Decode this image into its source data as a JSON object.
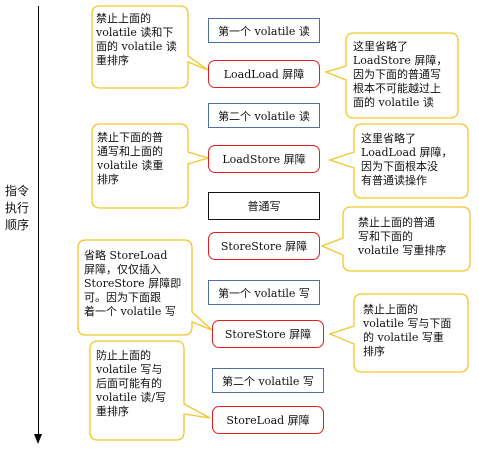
{
  "axis": {
    "label": "指令执行顺序"
  },
  "boxes": [
    {
      "key": "op-volatile-read-1",
      "type": "op",
      "text": "第一个 volatile 读"
    },
    {
      "key": "barrier-loadload",
      "type": "barrier",
      "text": "LoadLoad 屏障"
    },
    {
      "key": "op-volatile-read-2",
      "type": "op",
      "text": "第二个 volatile 读"
    },
    {
      "key": "barrier-loadstore",
      "type": "barrier",
      "text": "LoadStore 屏障"
    },
    {
      "key": "op-normal-write",
      "type": "plain",
      "text": "普通写"
    },
    {
      "key": "barrier-storestore-1",
      "type": "barrier",
      "text": "StoreStore 屏障"
    },
    {
      "key": "op-volatile-write-1",
      "type": "op",
      "text": "第一个 volatile 写"
    },
    {
      "key": "barrier-storestore-2",
      "type": "barrier",
      "text": "StoreStore 屏障"
    },
    {
      "key": "op-volatile-write-2",
      "type": "op",
      "text": "第二个 volatile 写"
    },
    {
      "key": "barrier-storeload",
      "type": "barrier",
      "text": "StoreLoad 屏障"
    }
  ],
  "callouts": [
    {
      "key": "note-forbid-volatile-read-reorder",
      "lines": [
        "禁止上面的",
        "volatile 读和下",
        "面的 volatile 读",
        "重排序"
      ]
    },
    {
      "key": "note-omit-loadstore",
      "lines": [
        "这里省略了",
        "LoadStore 屏障，",
        "因为下面的普通写",
        "根本不可能越过上",
        "面的 volatile 读"
      ]
    },
    {
      "key": "note-forbid-normal-write-reorder",
      "lines": [
        "禁止下面的普",
        "通写和上面的",
        "volatile 读重",
        "排序"
      ]
    },
    {
      "key": "note-omit-loadload",
      "lines": [
        "这里省略了",
        "LoadLoad 屏障，",
        "因为下面根本没",
        "有普通读操作"
      ]
    },
    {
      "key": "note-forbid-normal-volatile-write",
      "lines": [
        "禁止上面的普通",
        "写和下面的",
        "volatile 写重排序"
      ]
    },
    {
      "key": "note-omit-storeload",
      "lines": [
        "省略 StoreLoad",
        "屏障，仅仅插入",
        "StoreStore 屏障即",
        "可。因为下面跟",
        "着一个 volatile 写"
      ]
    },
    {
      "key": "note-forbid-volatile-write-reorder",
      "lines": [
        "禁止上面的",
        "volatile 写与下面",
        "的 volatile 写重",
        "排序"
      ]
    },
    {
      "key": "note-prevent-write-read-reorder",
      "lines": [
        "防止上面的",
        "volatile 写与",
        "后面可能有的",
        "volatile 读/写",
        "重排序"
      ]
    }
  ]
}
